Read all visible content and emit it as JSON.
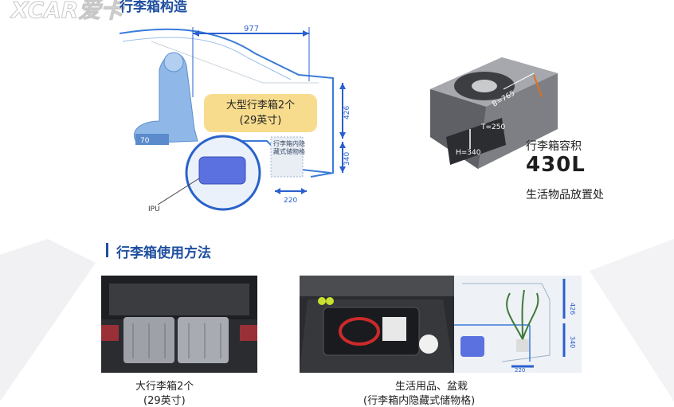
{
  "logo": {
    "text": "XCAR爱卡"
  },
  "sections": {
    "structure": {
      "title": "行李箱构造"
    },
    "usage": {
      "title": "行李箱使用方法"
    }
  },
  "diagram1": {
    "dim_top": "977",
    "dim_right_upper": "426",
    "dim_right_lower": "340",
    "dim_bottom": "220",
    "seat_label": "70",
    "ipu_label": "IPU",
    "hidden_tray_label": "行李箱内隐藏式储物格"
  },
  "callout": {
    "line1": "大型行李箱2个",
    "line2": "(29英寸)"
  },
  "render3d": {
    "dim_b": "B=765",
    "dim_t": "T=250",
    "dim_h": "H=340"
  },
  "capacity": {
    "label": "行李箱容积",
    "value": "430L",
    "desc": "生活物品放置处"
  },
  "photos": [
    {
      "caption_line1": "大行李箱2个",
      "caption_line2": "(29英寸)"
    },
    {
      "caption_line1": "生活用品、盆栽",
      "caption_line2": "(行李箱内隐藏式储物格)"
    }
  ],
  "diagram2": {
    "dim_upper": "426",
    "dim_lower": "340",
    "dim_bottom": "220"
  },
  "colors": {
    "heading": "#1f4fa0",
    "callout": "#f8dc8e",
    "dimension": "#2a5fd0",
    "seat": "#8fb8e8"
  }
}
